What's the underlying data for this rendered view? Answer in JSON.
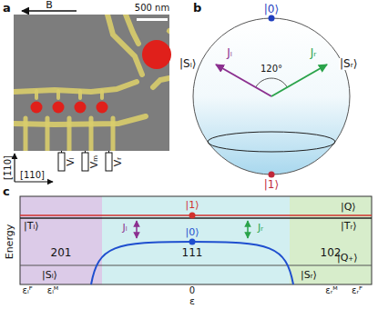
{
  "diagram": {
    "nodes": [
      {
        "text": [
          "201"
        ]
      },
      {
        "text": [
          "111"
        ]
      },
      {
        "text": [
          "102"
        ]
      }
    ],
    "labels": [
      "a",
      "B",
      "500 nm",
      "[1̄10]",
      "[110]",
      "Vₗ",
      "Vₘ",
      "Vᵣ",
      "b",
      "|0⟩",
      "|Sₗ⟩",
      "Jₗ",
      "120°",
      "Jᵣ",
      "|Sᵣ⟩",
      "|1⟩",
      "c",
      "Energy",
      "|Tₗ⟩",
      "|Q⟩",
      "|Tᵣ⟩",
      "|1⟩",
      "|0⟩",
      "Jₗ",
      "Jᵣ",
      "|Q₊⟩",
      "|Sₗ⟩",
      "|Sᵣ⟩",
      "εₗᴾ",
      "εₗᴹ",
      "0",
      "εᵣᴹ",
      "εᵣᴾ",
      "ε"
    ]
  }
}
